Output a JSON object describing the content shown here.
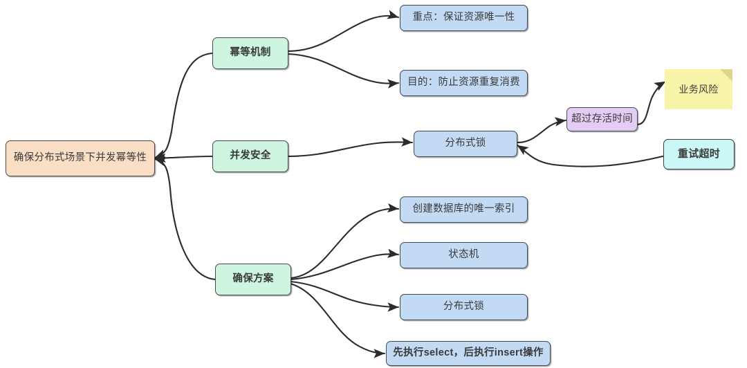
{
  "diagram": {
    "type": "mind-map",
    "title": "确保分布式场景下并发幂等性",
    "background": "#ffffff",
    "colors": {
      "root_fill": "#fadfc5",
      "branch_fill": "#cdf5df",
      "leaf_fill": "#c3daf4",
      "purple_fill": "#e3cdf4",
      "cyan_fill": "#ccf7f7",
      "note_fill": "#f8f5a8",
      "note_fold": "#dcd78f",
      "stroke": "#3d3d3d",
      "edge": "#2b2b2b"
    }
  },
  "nodes": {
    "root": {
      "label": "确保分布式场景下并发幂等性",
      "kind": "root"
    },
    "branch_mechanism": {
      "label": "幂等机制",
      "kind": "branch"
    },
    "branch_concurrency": {
      "label": "并发安全",
      "kind": "branch"
    },
    "branch_solution": {
      "label": "确保方案",
      "kind": "branch"
    },
    "leaf_key_point": {
      "label": "重点：保证资源唯一性",
      "kind": "leaf"
    },
    "leaf_purpose": {
      "label": "目的：防止资源重复消费",
      "kind": "leaf"
    },
    "leaf_distributed_lock_mid": {
      "label": "分布式锁",
      "kind": "leaf"
    },
    "node_exceed_ttl": {
      "label": "超过存活时间",
      "kind": "purple"
    },
    "note_business_risk": {
      "label": "业务风险",
      "kind": "note"
    },
    "node_retry_timeout": {
      "label": "重试超时",
      "kind": "cyan"
    },
    "leaf_unique_index": {
      "label": "创建数据库的唯一索引",
      "kind": "leaf"
    },
    "leaf_state_machine": {
      "label": "状态机",
      "kind": "leaf"
    },
    "leaf_distributed_lock_low": {
      "label": "分布式锁",
      "kind": "leaf"
    },
    "leaf_select_insert": {
      "label": "先执行select，后执行insert操作",
      "kind": "leaf"
    }
  },
  "edges": [
    {
      "from": "branch_mechanism",
      "to": "root"
    },
    {
      "from": "branch_concurrency",
      "to": "root"
    },
    {
      "from": "branch_solution",
      "to": "root"
    },
    {
      "from": "branch_mechanism",
      "to": "leaf_key_point"
    },
    {
      "from": "branch_mechanism",
      "to": "leaf_purpose"
    },
    {
      "from": "branch_concurrency",
      "to": "leaf_distributed_lock_mid"
    },
    {
      "from": "leaf_distributed_lock_mid",
      "to": "node_exceed_ttl"
    },
    {
      "from": "node_exceed_ttl",
      "to": "note_business_risk"
    },
    {
      "from": "node_retry_timeout",
      "to": "leaf_distributed_lock_mid"
    },
    {
      "from": "branch_solution",
      "to": "leaf_unique_index"
    },
    {
      "from": "branch_solution",
      "to": "leaf_state_machine"
    },
    {
      "from": "branch_solution",
      "to": "leaf_distributed_lock_low"
    },
    {
      "from": "branch_solution",
      "to": "leaf_select_insert"
    }
  ]
}
